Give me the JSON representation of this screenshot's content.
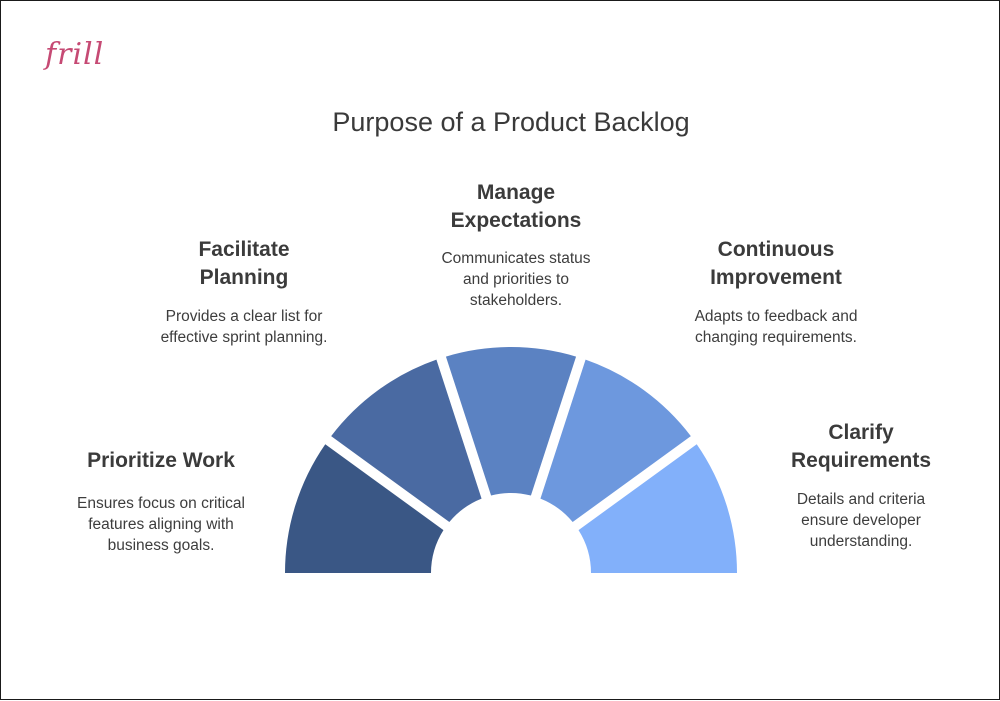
{
  "logo": "frill",
  "title": "Purpose of a Product Backlog",
  "segments": [
    {
      "heading": "Prioritize Work",
      "description": "Ensures focus on critical\nfeatures aligning with\nbusiness goals.",
      "color": "#3a5785"
    },
    {
      "heading": "Facilitate\nPlanning",
      "description": "Provides a clear list for\neffective sprint planning.",
      "color": "#4a6aa2"
    },
    {
      "heading": "Manage\nExpectations",
      "description": "Communicates status\nand priorities to\nstakeholders.",
      "color": "#5b82c2"
    },
    {
      "heading": "Continuous\nImprovement",
      "description": "Adapts to feedback and\nchanging requirements.",
      "color": "#6d98de"
    },
    {
      "heading": "Clarify\nRequirements",
      "description": "Details and criteria\nensure developer\nunderstanding.",
      "color": "#82b0fa"
    }
  ]
}
